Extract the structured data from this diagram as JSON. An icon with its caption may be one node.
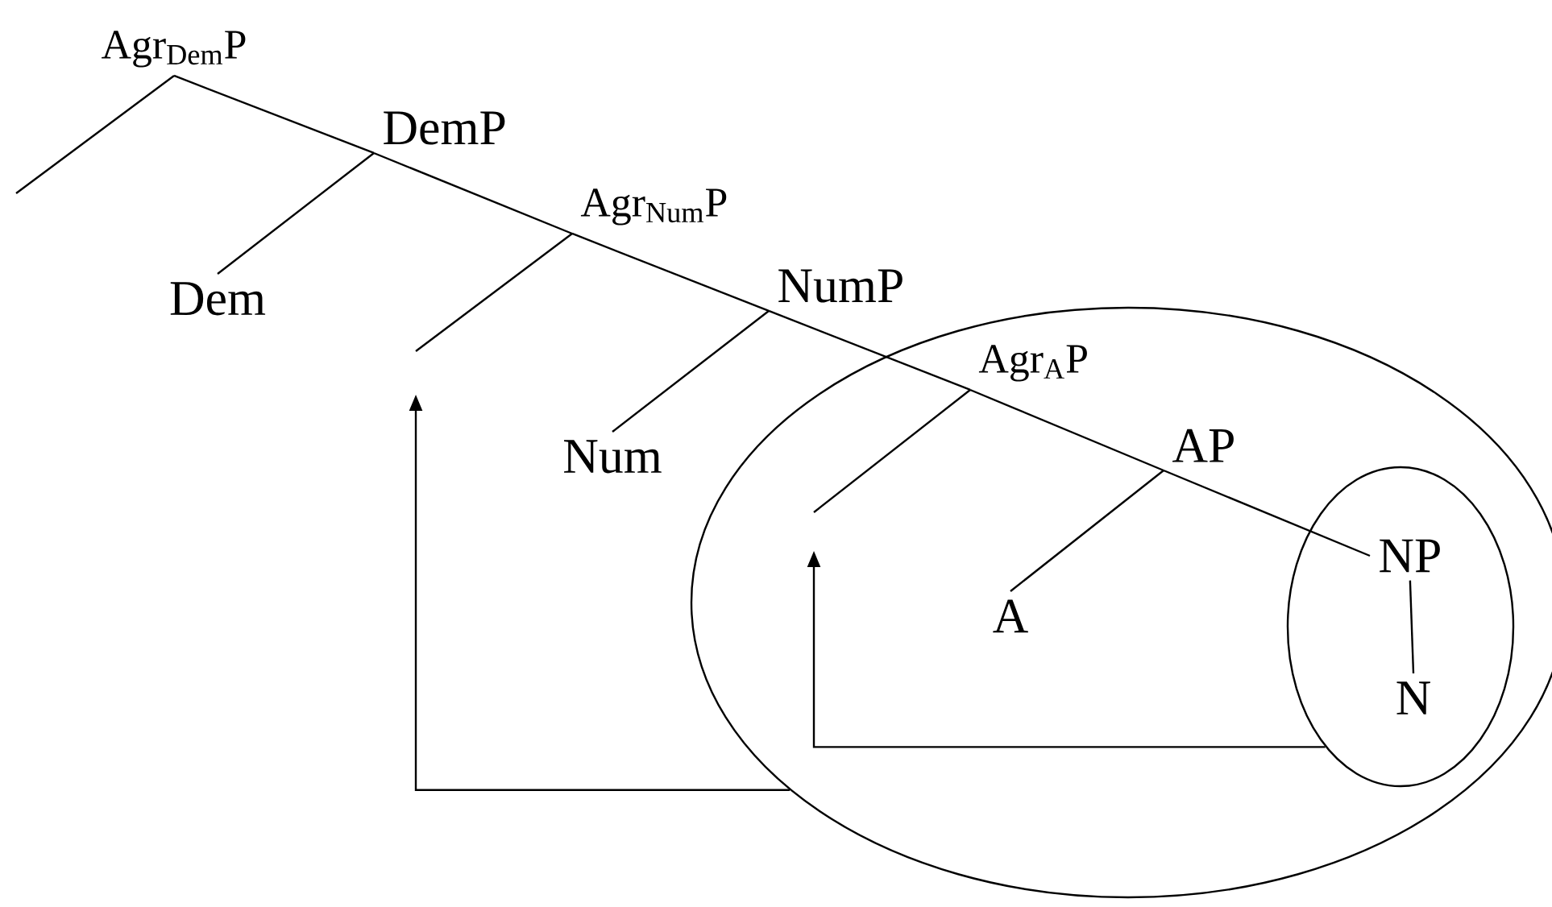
{
  "diagram": {
    "nodes": [
      {
        "text": [
          "Agr$_{Dem}$P"
        ]
      },
      {
        "text": [
          "DemP"
        ]
      },
      {
        "text": [
          "Dem"
        ]
      },
      {
        "text": [
          "Agr$_{Num}$P"
        ]
      },
      {
        "text": [
          "NumP"
        ]
      },
      {
        "text": [
          "Num"
        ]
      },
      {
        "text": [],
        "shape": "ellipse"
      },
      {
        "text": [
          "Agr$_{A}$P"
        ],
        "in": 6
      },
      {
        "text": [
          "AP"
        ],
        "in": 6
      },
      {
        "text": [
          "A"
        ],
        "in": 6
      },
      {
        "text": [],
        "shape": "ellipse",
        "in": 6
      },
      {
        "text": [
          "NP"
        ],
        "in": 10
      },
      {
        "text": [
          "N"
        ],
        "in": 10
      }
    ],
    "edges": [
      {
        "from": 0,
        "to": null,
        "arrow": "none"
      },
      {
        "from": 0,
        "to": 1,
        "arrow": "none"
      },
      {
        "from": 1,
        "to": 2,
        "arrow": "none"
      },
      {
        "from": 1,
        "to": 3,
        "arrow": "none"
      },
      {
        "from": 3,
        "to": null,
        "arrow": "none"
      },
      {
        "from": 3,
        "to": 4,
        "arrow": "none"
      },
      {
        "from": 4,
        "to": 5,
        "arrow": "none"
      },
      {
        "from": 4,
        "to": 7,
        "arrow": "none"
      },
      {
        "from": 7,
        "to": null,
        "arrow": "none"
      },
      {
        "from": 7,
        "to": 8,
        "arrow": "none"
      },
      {
        "from": 8,
        "to": 9,
        "arrow": "none"
      },
      {
        "from": 8,
        "to": 11,
        "arrow": "none"
      },
      {
        "from": 11,
        "to": 12,
        "arrow": "none"
      },
      {
        "from": 6,
        "to": null,
        "arrow": "to"
      },
      {
        "from": 10,
        "to": null,
        "arrow": "to"
      }
    ]
  }
}
